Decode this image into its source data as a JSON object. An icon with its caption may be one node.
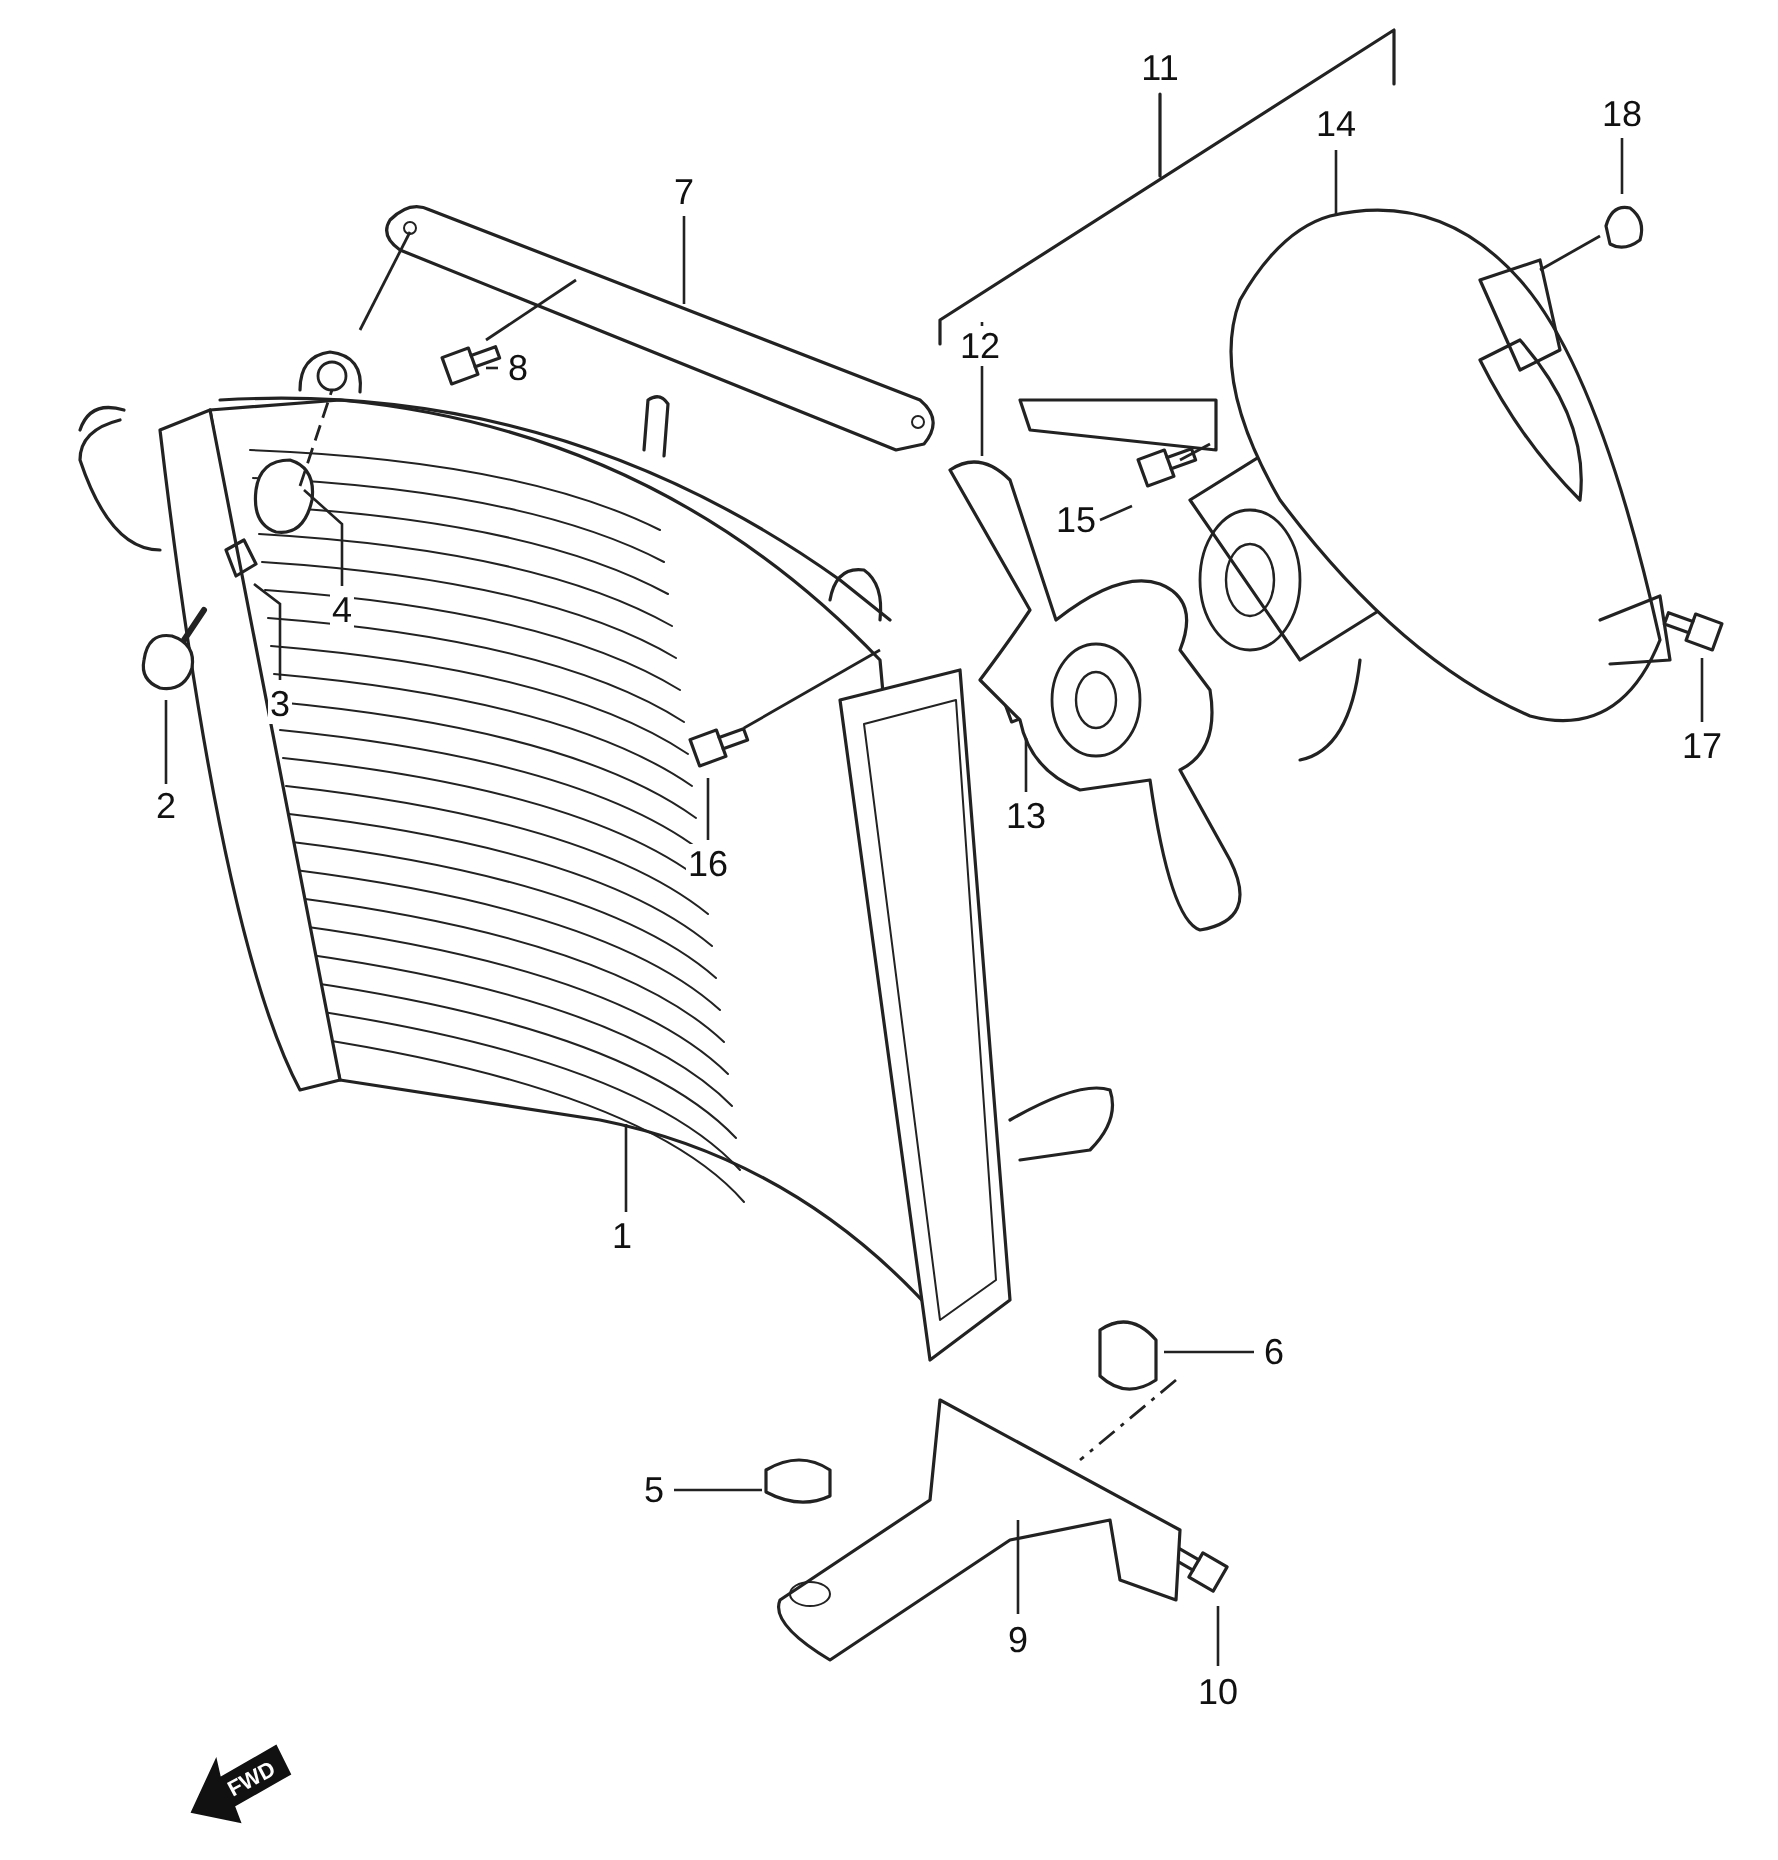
{
  "diagram": {
    "nodes": [
      {
        "text": [
          "1"
        ]
      },
      {
        "text": [
          "2"
        ]
      },
      {
        "text": [
          "3"
        ]
      },
      {
        "text": [
          "4"
        ]
      },
      {
        "text": [
          "5"
        ]
      },
      {
        "text": [
          "6"
        ]
      },
      {
        "text": [
          "7"
        ]
      },
      {
        "text": [
          "8"
        ]
      },
      {
        "text": [
          "9"
        ]
      },
      {
        "text": [
          "10"
        ]
      },
      {
        "text": [
          "11"
        ]
      },
      {
        "text": [
          "12"
        ]
      },
      {
        "text": [
          "13"
        ]
      },
      {
        "text": [
          "14"
        ]
      },
      {
        "text": [
          "15"
        ]
      },
      {
        "text": [
          "16"
        ]
      },
      {
        "text": [
          "17"
        ]
      },
      {
        "text": [
          "18"
        ]
      }
    ],
    "edges": [
      {
        "from": 0,
        "to": null,
        "arrow": "none"
      },
      {
        "from": 1,
        "to": null,
        "arrow": "none"
      },
      {
        "from": 2,
        "to": null,
        "arrow": "none"
      },
      {
        "from": 3,
        "to": null,
        "arrow": "none"
      },
      {
        "from": 4,
        "to": null,
        "arrow": "none"
      },
      {
        "from": 5,
        "to": null,
        "arrow": "none"
      },
      {
        "from": 6,
        "to": null,
        "arrow": "none"
      },
      {
        "from": 7,
        "to": null,
        "arrow": "none"
      },
      {
        "from": 8,
        "to": null,
        "arrow": "none"
      },
      {
        "from": 9,
        "to": null,
        "arrow": "none"
      },
      {
        "from": 11,
        "to": null,
        "arrow": "none"
      },
      {
        "from": 12,
        "to": null,
        "arrow": "none"
      },
      {
        "from": 13,
        "to": null,
        "arrow": "none"
      },
      {
        "from": 14,
        "to": null,
        "arrow": "none"
      },
      {
        "from": 15,
        "to": null,
        "arrow": "none"
      },
      {
        "from": 16,
        "to": null,
        "arrow": "none"
      },
      {
        "from": 17,
        "to": null,
        "arrow": "none"
      }
    ],
    "labels": [
      "FWD"
    ]
  }
}
